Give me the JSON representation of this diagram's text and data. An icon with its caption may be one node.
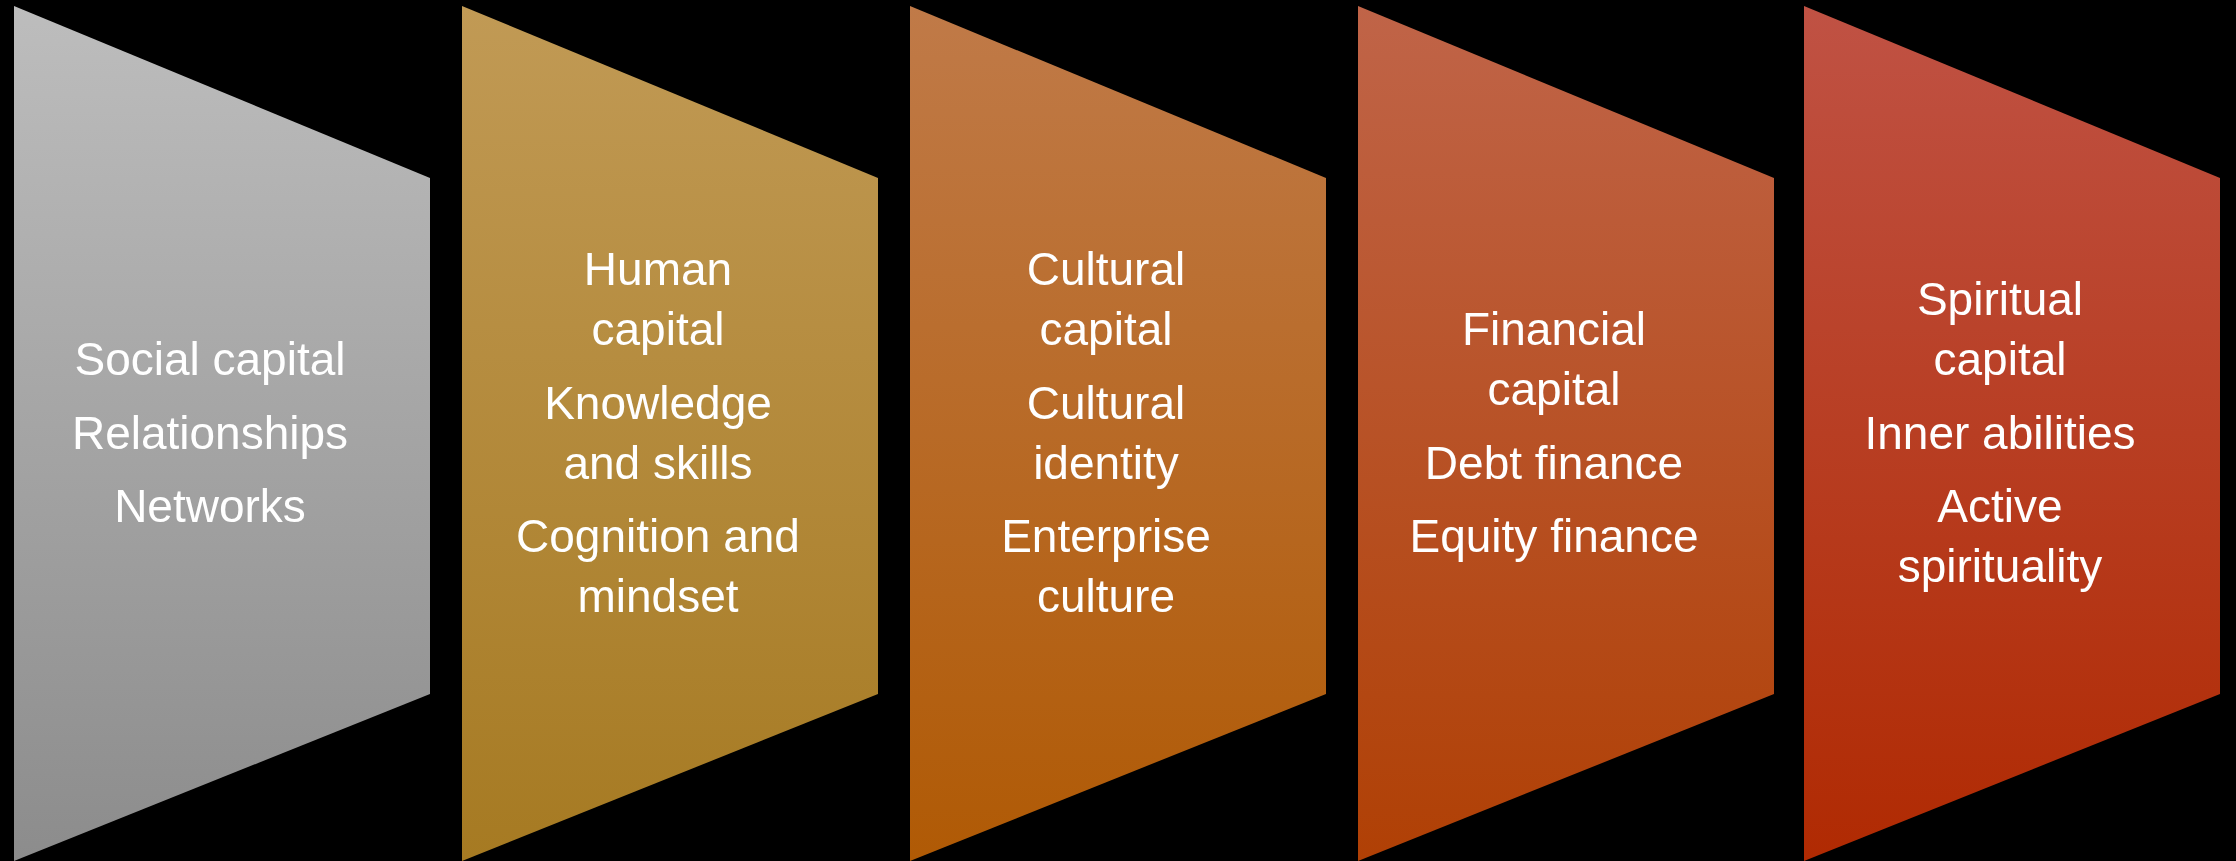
{
  "diagram": {
    "nodes": [
      {
        "text": [
          "Social capital",
          "Relationships",
          "Networks"
        ]
      },
      {
        "text": [
          "Human capital",
          "Knowledge and skills",
          "Cognition and mindset"
        ]
      },
      {
        "text": [
          "Cultural capital",
          "Cultural identity",
          "Enterprise culture"
        ]
      },
      {
        "text": [
          "Financial capital",
          "Debt finance",
          "Equity finance"
        ]
      },
      {
        "text": [
          "Spiritual capital",
          "Inner abilities",
          "Active spirituality"
        ]
      }
    ]
  }
}
